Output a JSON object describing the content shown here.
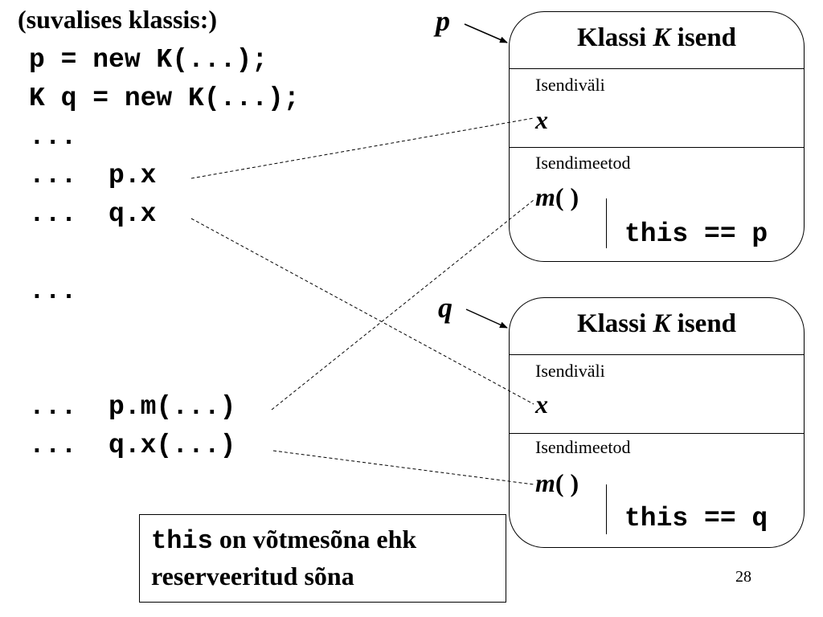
{
  "heading": "(suvalises klassis:)",
  "code_lines": [
    "p = new K(...);",
    "K q = new K(...);",
    "...",
    "...  p.x",
    "...  q.x",
    "...",
    "...  p.m(...)",
    "...  q.x(...)"
  ],
  "instances": [
    {
      "var": "p",
      "title_prefix": "Klassi ",
      "title_class": "K",
      "title_suffix": " isend",
      "field_section": "Isendiväli",
      "field": "x",
      "method_section": "Isendimeetod",
      "method_name": "m",
      "method_paren": "( )",
      "this_text": "this == p"
    },
    {
      "var": "q",
      "title_prefix": "Klassi ",
      "title_class": "K",
      "title_suffix": " isend",
      "field_section": "Isendiväli",
      "field": "x",
      "method_section": "Isendimeetod",
      "method_name": "m",
      "method_paren": "( )",
      "this_text": "this == q"
    }
  ],
  "note": {
    "keyword": "this",
    "text1": "  on võtmesõna ehk",
    "text2": "reserveeritud sõna"
  },
  "page_number": "28"
}
